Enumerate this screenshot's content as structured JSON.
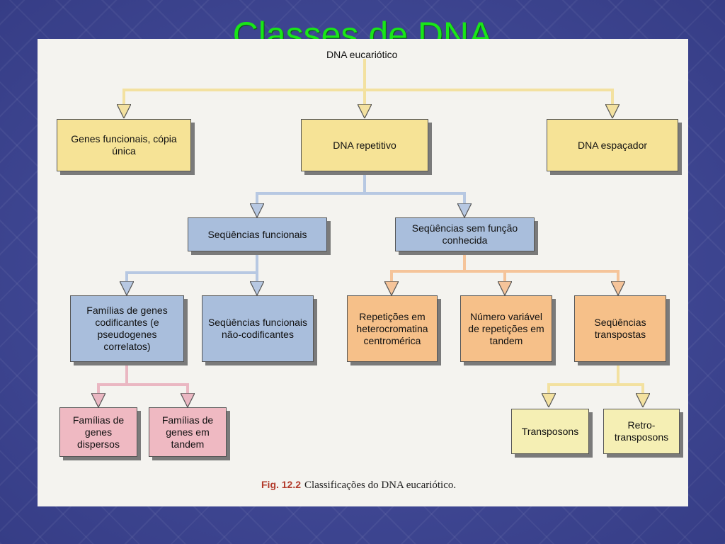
{
  "slide_title": "Classes de DNA",
  "root": "DNA eucariótico",
  "level1": {
    "genes_funcionais": "Genes funcionais, cópia única",
    "dna_repetitivo": "DNA repetitivo",
    "dna_espacador": "DNA espaçador"
  },
  "level2": {
    "sequencias_funcionais": "Seqüências funcionais",
    "sequencias_sem_funcao": "Seqüências sem função conhecida"
  },
  "level3": {
    "familias_codificantes": "Famílias de genes codificantes (e pseudogenes correlatos)",
    "nao_codificantes": "Seqüências funcionais não-codificantes",
    "heterocromatina": "Repetições em heterocromatina centromérica",
    "numero_variavel": "Número variável de repetições em tandem",
    "transpostas": "Seqüências transpostas"
  },
  "level4": {
    "dispersos": "Famílias de genes dispersos",
    "tandem": "Famílias de genes em tandem",
    "transposons": "Transposons",
    "retrotransposons": "Retro-transposons"
  },
  "caption": {
    "number": "Fig. 12.2",
    "text": "Classificações do DNA eucariótico."
  },
  "colors": {
    "title": "#19e619",
    "yellow_box": "#f6e396",
    "blue_box": "#a9bedc",
    "orange_box": "#f6c089",
    "pink_box": "#efb9c2",
    "light_yellow_box": "#f5efb4",
    "yellow_arrow": "#f3e1a0",
    "blue_arrow": "#b7c8e2",
    "orange_arrow": "#f5c49a",
    "pink_arrow": "#eab7c2"
  }
}
